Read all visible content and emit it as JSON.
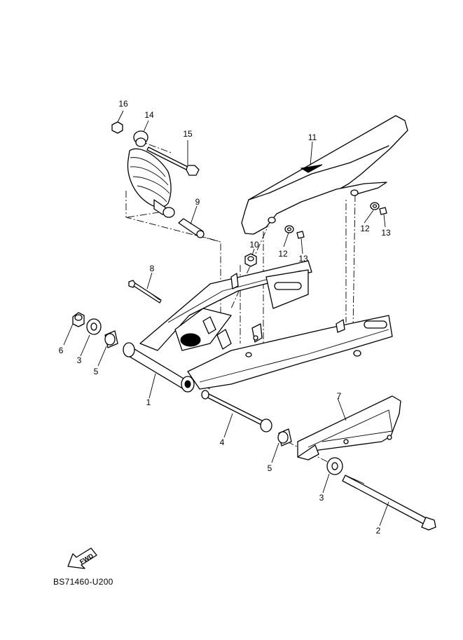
{
  "diagram": {
    "reference_code": "BS71460-U200",
    "direction_badge": "FWD",
    "callouts": [
      "1",
      "2",
      "3",
      "3",
      "4",
      "5",
      "5",
      "6",
      "7",
      "8",
      "9",
      "10",
      "11",
      "12",
      "12",
      "13",
      "13",
      "14",
      "15",
      "16"
    ]
  }
}
